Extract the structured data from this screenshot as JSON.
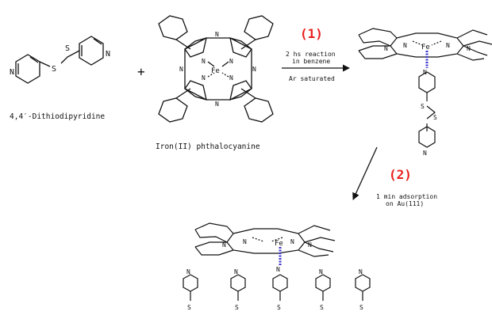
{
  "reactant1": {
    "name": "4,4′-Dithiodipyridine"
  },
  "plus": "+",
  "reactant2": {
    "name": "Iron(II) phthalocyanine"
  },
  "step1": {
    "number": "(1)",
    "conditions_top_1": "2 hs reaction",
    "conditions_top_2": "in benzene",
    "conditions_bottom": "Ar saturated"
  },
  "step2": {
    "number": "(2)",
    "conditions_1": "1 min adsorption",
    "conditions_2": "on Au(111)"
  },
  "atoms": {
    "nitrogen": "N",
    "iron": "Fe",
    "sulfur": "S"
  },
  "colors": {
    "step_number": "#e8201e",
    "coordination_bond": "#3b35c9",
    "ink": "#111111"
  }
}
